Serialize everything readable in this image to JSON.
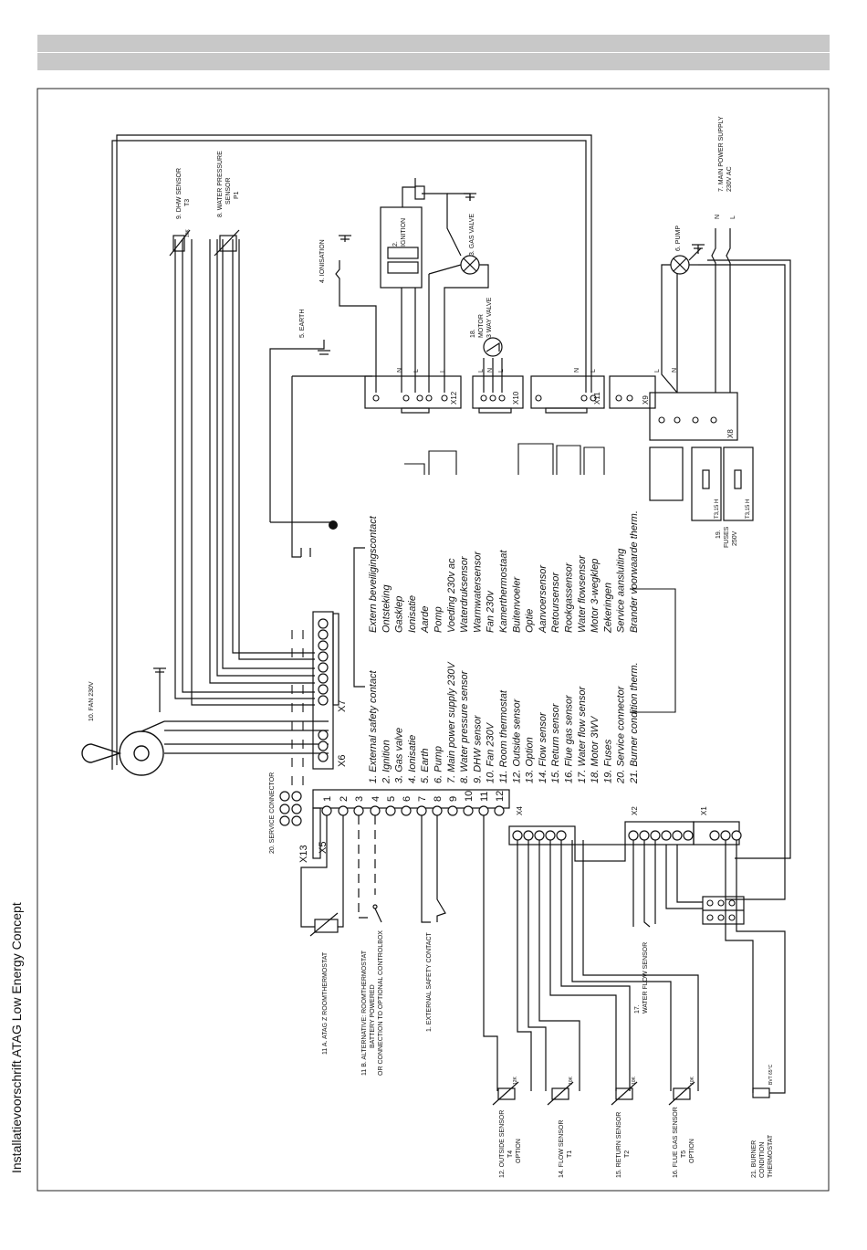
{
  "doc_title": "Installatievoorschrift ATAG Low Energy Concept",
  "legend": {
    "english": [
      "1.  External safety contact",
      "2.  Ignition",
      "3.  Gas valve",
      "4.  Ionisatie",
      "5.  Earth",
      "6.  Pump",
      "7.  Main power supply 230V",
      "8.  Water pressure sensor",
      "9.  DHW sensor",
      "10. Fan 230V",
      "11. Room thermostat",
      "12. Outside sensor",
      "13. Option",
      "14. Flow sensor",
      "15. Return sensor",
      "16. Flue gas sensor",
      "17. Water flow sensor",
      "18. Motor 3WV",
      "19. Fuses",
      "20. Service connector",
      "21. Burner condition therm."
    ],
    "dutch": [
      "Extern beveiligingscontact",
      "Ontsteking",
      "Gasklep",
      "Ionisatie",
      "Aarde",
      "Pomp",
      "Voeding 230v ac",
      "Waterdruksensor",
      "Warmwatersensor",
      "Fan 230v",
      "Kamerthermostaat",
      "Buitenvoeler",
      "Optie",
      "Aanvoersensor",
      "Retoursensor",
      "Rookgassensor",
      "Water flowsensor",
      "Motor 3-wegklep",
      "Zekeringen",
      "Service aansluiting",
      "Brander voorwaarde therm."
    ]
  },
  "labels": {
    "fan": "10. FAN 230V",
    "service_connector": "20. SERVICE CONNECTOR",
    "dhw_sensor": [
      "9. DHW SENSOR",
      "T3"
    ],
    "water_pressure": [
      "8. WATER PRESSURE",
      "SENSOR",
      "P1"
    ],
    "ionisation": "4. IONISATION",
    "earth": "5. EARTH",
    "ignition": [
      "2.",
      "IGNITION"
    ],
    "gas_valve": "3. GAS VALVE",
    "motor": [
      "18.",
      "MOTOR",
      "3 WAY VALVE"
    ],
    "pump": "6. PUMP",
    "main_power": [
      "7. MAIN POWER SUPPLY",
      "230V AC"
    ],
    "fuses": [
      "19.",
      "FUSES",
      "250V"
    ],
    "fuse_rating": "T3,15 H",
    "room_thermostat_a": "11 A. ATAG Z ROOMTHERMOSTAT",
    "room_thermostat_b": [
      "11 B. ALTERNATIVE: ROOMTHERMOSTAT",
      "BATTERY POWERED",
      "OR CONNECTION TO OPTIONAL CONTROLBOX"
    ],
    "external_safety": "1. EXTERNAL SAFETY CONTACT",
    "water_flow_sensor": [
      "17.",
      "WATER FLOW SENSOR"
    ],
    "outside_sensor": [
      "12. OUTSIDE SENSOR",
      "T4",
      "OPTION"
    ],
    "flow_sensor": [
      "14. FLOW SENSOR",
      "T1"
    ],
    "return_sensor": [
      "15. RETURN SENSOR",
      "T2"
    ],
    "flue_gas_sensor": [
      "16. FLUE GAS SENSOR",
      "T5",
      "OPTION"
    ],
    "burner_thermostat": [
      "21. BURNER",
      "CONDITION",
      "THERMOSTAT"
    ],
    "ntc": "10K",
    "ntc_12k": "12K",
    "bt_rating": "BVT 65°C"
  },
  "connectors": {
    "x13": "X13",
    "x5": "X5",
    "x6": "X6",
    "x7": "X7",
    "x4": "X4",
    "x2": "X2",
    "x1": "X1",
    "x12": "X12",
    "x10": "X10",
    "x11": "X11",
    "x9": "X9",
    "x8": "X8"
  },
  "x5_pins": [
    "1",
    "2",
    "3",
    "4",
    "5",
    "6",
    "7",
    "8",
    "9",
    "10",
    "11",
    "12"
  ],
  "wire_letters": {
    "n": "N",
    "l": "L"
  }
}
